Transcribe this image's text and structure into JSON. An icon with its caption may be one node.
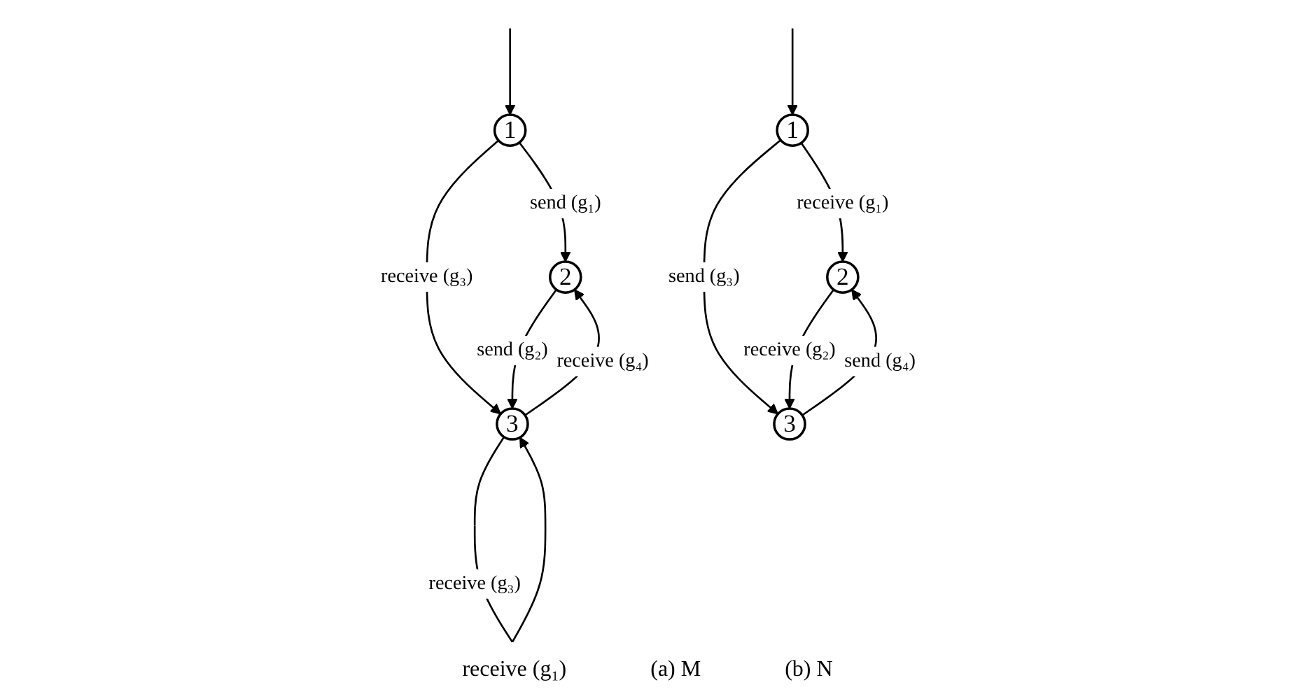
{
  "diagram": {
    "nodes": [
      {
        "text": [
          "1"
        ]
      },
      {
        "text": [
          "2"
        ]
      },
      {
        "text": [
          "3"
        ]
      },
      {
        "text": [
          "1"
        ]
      },
      {
        "text": [
          "2"
        ]
      },
      {
        "text": [
          "3"
        ]
      }
    ],
    "edges": [
      {
        "from": null,
        "to": 0,
        "arrow": "to"
      },
      {
        "from": 0,
        "to": 1,
        "arrow": "to",
        "label": "send (g₁)"
      },
      {
        "from": 0,
        "to": 2,
        "arrow": "to",
        "label": "receive (g₃)"
      },
      {
        "from": 1,
        "to": 2,
        "arrow": "to",
        "label": "send (g₂)"
      },
      {
        "from": 2,
        "to": 1,
        "arrow": "to",
        "label": "receive (g₄)"
      },
      {
        "from": 2,
        "to": 2,
        "arrow": "to",
        "label": "receive (g₃)"
      },
      {
        "from": null,
        "to": 3,
        "arrow": "to"
      },
      {
        "from": 3,
        "to": 4,
        "arrow": "to",
        "label": "receive (g₁)"
      },
      {
        "from": 3,
        "to": 5,
        "arrow": "to",
        "label": "send (g₃)"
      },
      {
        "from": 4,
        "to": 5,
        "arrow": "to",
        "label": "receive (g₂)"
      },
      {
        "from": 5,
        "to": 4,
        "arrow": "to",
        "label": "send (g₄)"
      }
    ],
    "labels": [
      "receive (g₁)",
      "(a) M",
      "(b) N"
    ]
  }
}
